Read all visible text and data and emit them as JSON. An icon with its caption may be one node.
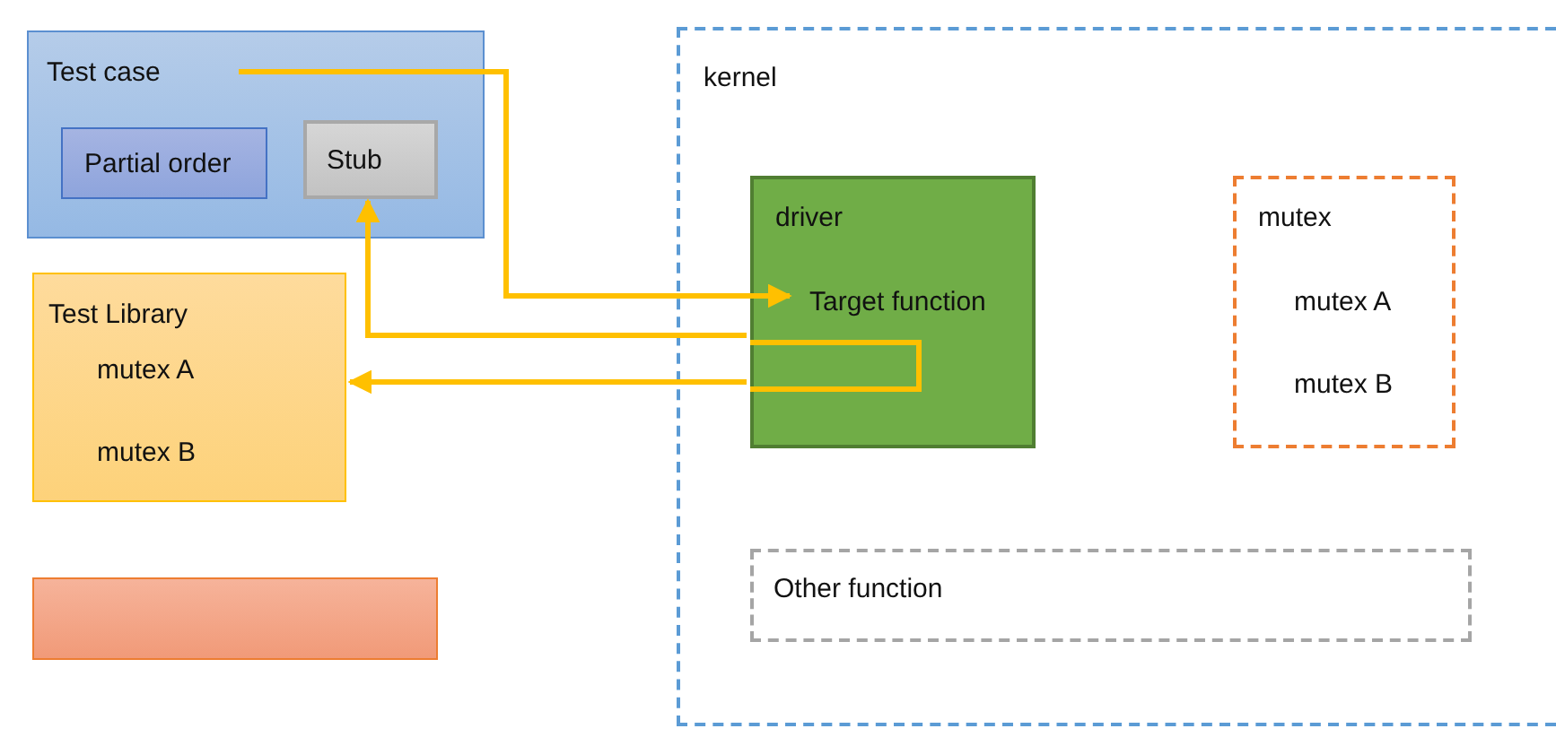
{
  "diagram": {
    "nodes": [
      {
        "text": [
          "Test case"
        ]
      },
      {
        "text": [
          "Partial order"
        ],
        "in": 0
      },
      {
        "text": [
          "Stub"
        ],
        "in": 0
      },
      {
        "text": [
          "Test Library",
          "mutex A",
          "mutex B"
        ]
      },
      {
        "text": [],
        "shape": "box"
      },
      {
        "text": [
          "kernel"
        ]
      },
      {
        "text": [
          "driver"
        ],
        "in": 5
      },
      {
        "text": [
          "Target function"
        ],
        "in": 6
      },
      {
        "text": [
          "mutex",
          "mutex A",
          "mutex B"
        ],
        "in": 5
      },
      {
        "text": [
          "Other function"
        ],
        "in": 5
      }
    ],
    "edges": [
      {
        "from": 0,
        "to": 7,
        "arrow": "to"
      },
      {
        "from": 6,
        "to": 2,
        "arrow": "to"
      },
      {
        "from": 6,
        "to": 3,
        "arrow": "to"
      }
    ]
  }
}
